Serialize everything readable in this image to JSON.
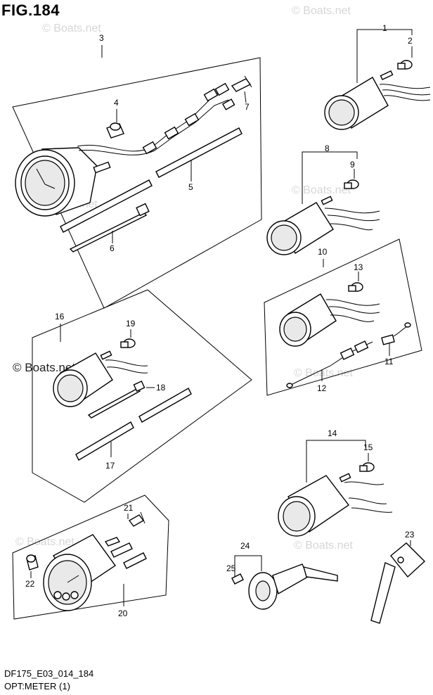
{
  "figure": {
    "title": "FIG.184"
  },
  "footer": {
    "code": "DF175_E03_014_184",
    "subtitle": "OPT:METER (1)"
  },
  "watermarks": [
    "© Boats.net",
    "© Boats.net",
    "© Boats.net",
    "© Boats.net",
    "© Boats.net",
    "© Boats.net",
    "© Boats.net",
    "© Boats.net"
  ],
  "callouts": [
    "1",
    "2",
    "3",
    "4",
    "5",
    "6",
    "7",
    "8",
    "9",
    "10",
    "11",
    "12",
    "13",
    "14",
    "15",
    "16",
    "17",
    "18",
    "19",
    "20",
    "21",
    "22",
    "23",
    "24",
    "25"
  ]
}
